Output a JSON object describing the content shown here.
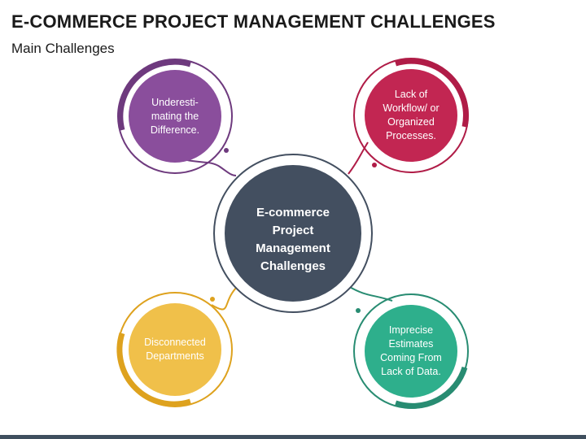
{
  "title": "E-COMMERCE PROJECT MANAGEMENT CHALLENGES",
  "subtitle": "Main Challenges",
  "center": {
    "label": "E-commerce Project Management Challenges",
    "color": "#434f60"
  },
  "nodes": [
    {
      "label": "Underesti-mating the Difference.",
      "color": "#8a4e9c",
      "accent": "#6e3a7e"
    },
    {
      "label": "Lack of Workflow/ or Organized Processes.",
      "color": "#c22652",
      "accent": "#b01c47"
    },
    {
      "label": "Disconnected Departments",
      "color": "#f0c04a",
      "accent": "#dea21e"
    },
    {
      "label": "Imprecise Estimates Coming From Lack of Data.",
      "color": "#2eaf8c",
      "accent": "#288c72"
    }
  ]
}
